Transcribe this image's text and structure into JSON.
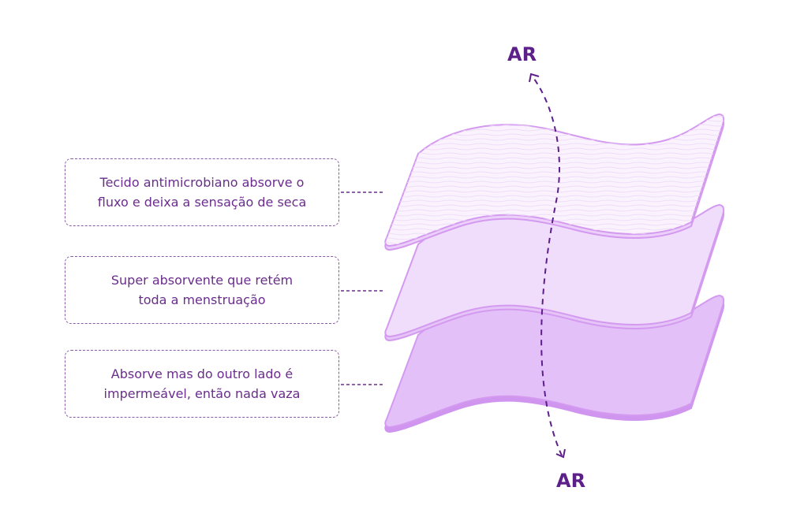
{
  "labels": [
    {
      "line1": "Tecido antimicrobiano absorve o",
      "line2": "fluxo e deixa a sensação de seca"
    },
    {
      "line1": "Super absorvente que retém",
      "line2": "toda a menstruação"
    },
    {
      "line1": "Absorve mas do outro lado é",
      "line2": "impermeável, então nada vaza"
    }
  ],
  "air_top": "AR",
  "air_bottom": "AR",
  "colors": {
    "text": "#6a2d8c",
    "stroke": "#d49af0",
    "layer_top": "#f8effd",
    "layer_mid": "#f0dcfb",
    "layer_bottom": "#e4c0f9"
  }
}
